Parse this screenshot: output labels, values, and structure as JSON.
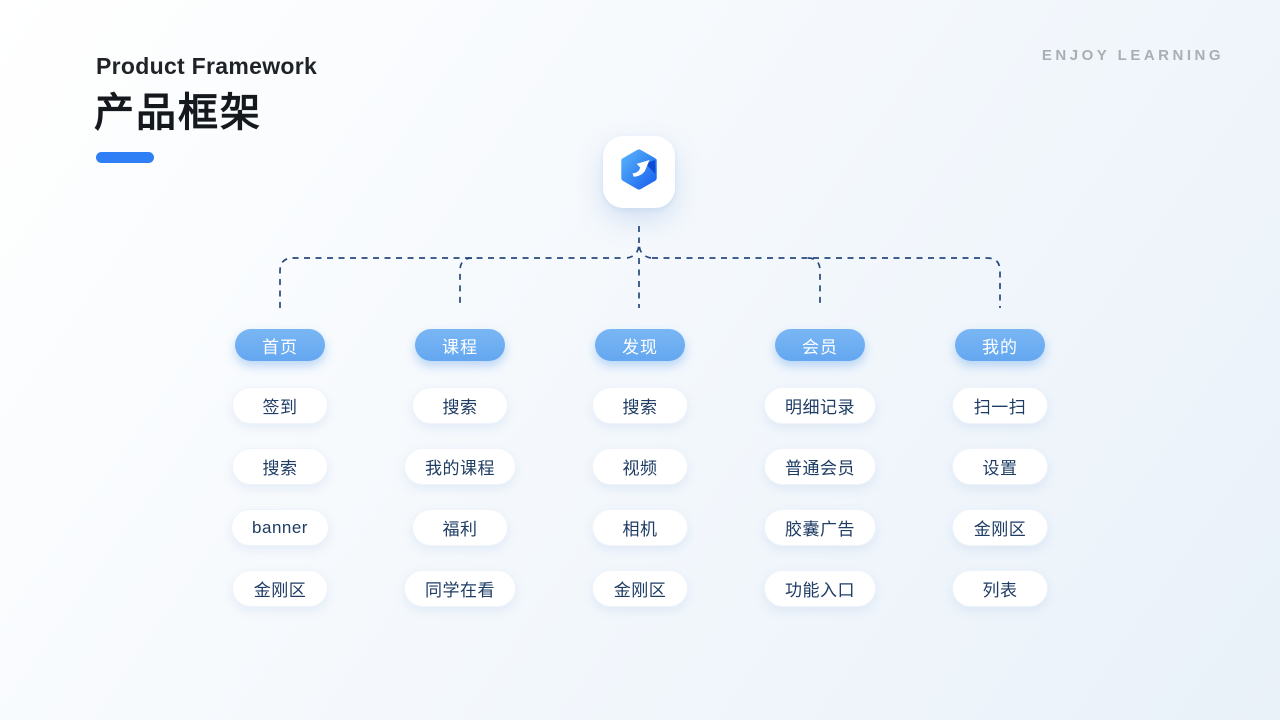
{
  "page": {
    "title_en": "Product Framework",
    "title_cn": "产品框架",
    "brand": "ENJOY LEARNING"
  },
  "icons": {
    "app_logo": "blue-hexagon-cursor-logo"
  },
  "colors": {
    "accent": "#2e7ef6",
    "category_pill": "#6fb0f2",
    "connector_line": "#27497c",
    "item_text": "#1e3c64",
    "background_start": "#ffffff",
    "background_end": "#e9f1f9"
  },
  "tree": {
    "columns": [
      {
        "category": "首页",
        "items": [
          "签到",
          "搜索",
          "banner",
          "金刚区"
        ]
      },
      {
        "category": "课程",
        "items": [
          "搜索",
          "我的课程",
          "福利",
          "同学在看"
        ]
      },
      {
        "category": "发现",
        "items": [
          "搜索",
          "视频",
          "相机",
          "金刚区"
        ]
      },
      {
        "category": "会员",
        "items": [
          "明细记录",
          "普通会员",
          "胶囊广告",
          "功能入口"
        ]
      },
      {
        "category": "我的",
        "items": [
          "扫一扫",
          "设置",
          "金刚区",
          "列表"
        ]
      }
    ]
  }
}
